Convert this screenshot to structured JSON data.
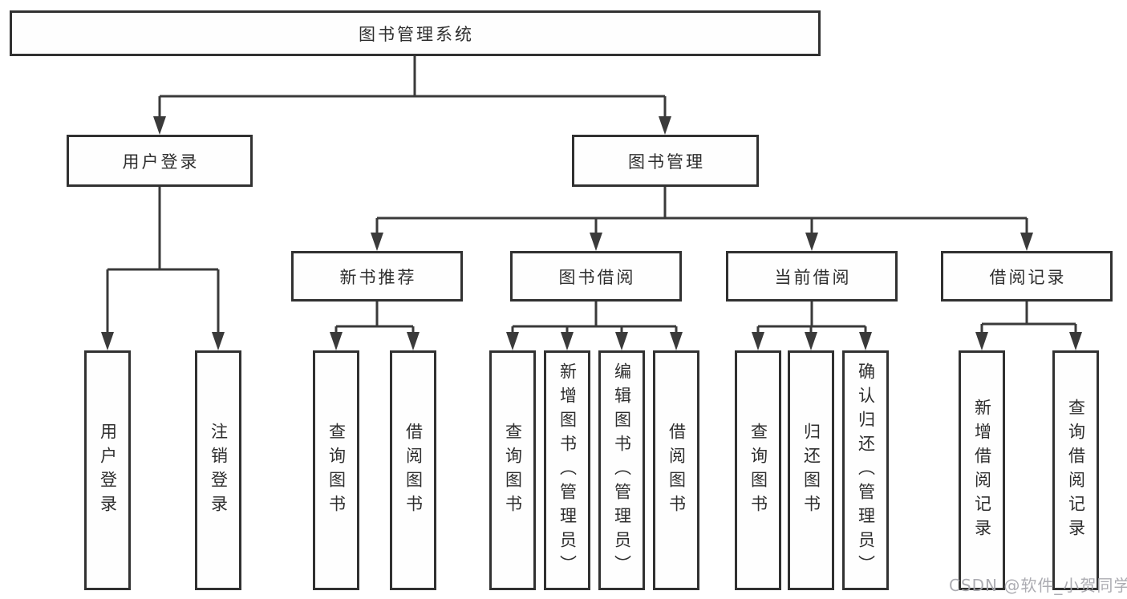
{
  "diagram": {
    "root_label": "图书管理系统",
    "level2": [
      {
        "label": "用户登录"
      },
      {
        "label": "图书管理"
      }
    ],
    "level3": [
      {
        "label": "新书推荐"
      },
      {
        "label": "图书借阅"
      },
      {
        "label": "当前借阅"
      },
      {
        "label": "借阅记录"
      }
    ],
    "leaves": {
      "user_login": [
        "用户登录",
        "注销登录"
      ],
      "new_book_recommend": [
        "查询图书",
        "借阅图书"
      ],
      "book_borrow": [
        "查询图书",
        "新增图书（管理员）",
        "编辑图书（管理员）",
        "借阅图书"
      ],
      "current_borrow": [
        "查询图书",
        "归还图书",
        "确认归还（管理员）"
      ],
      "borrow_record": [
        "新增借阅记录",
        "查询借阅记录"
      ]
    }
  },
  "watermark": {
    "text": "CSDN @软件_小贺同学"
  },
  "colors": {
    "line": "#3a3a3a",
    "box_border": "#313131",
    "text": "#2e2e2e",
    "watermark": "#a8a8ae",
    "background": "#ffffff"
  }
}
